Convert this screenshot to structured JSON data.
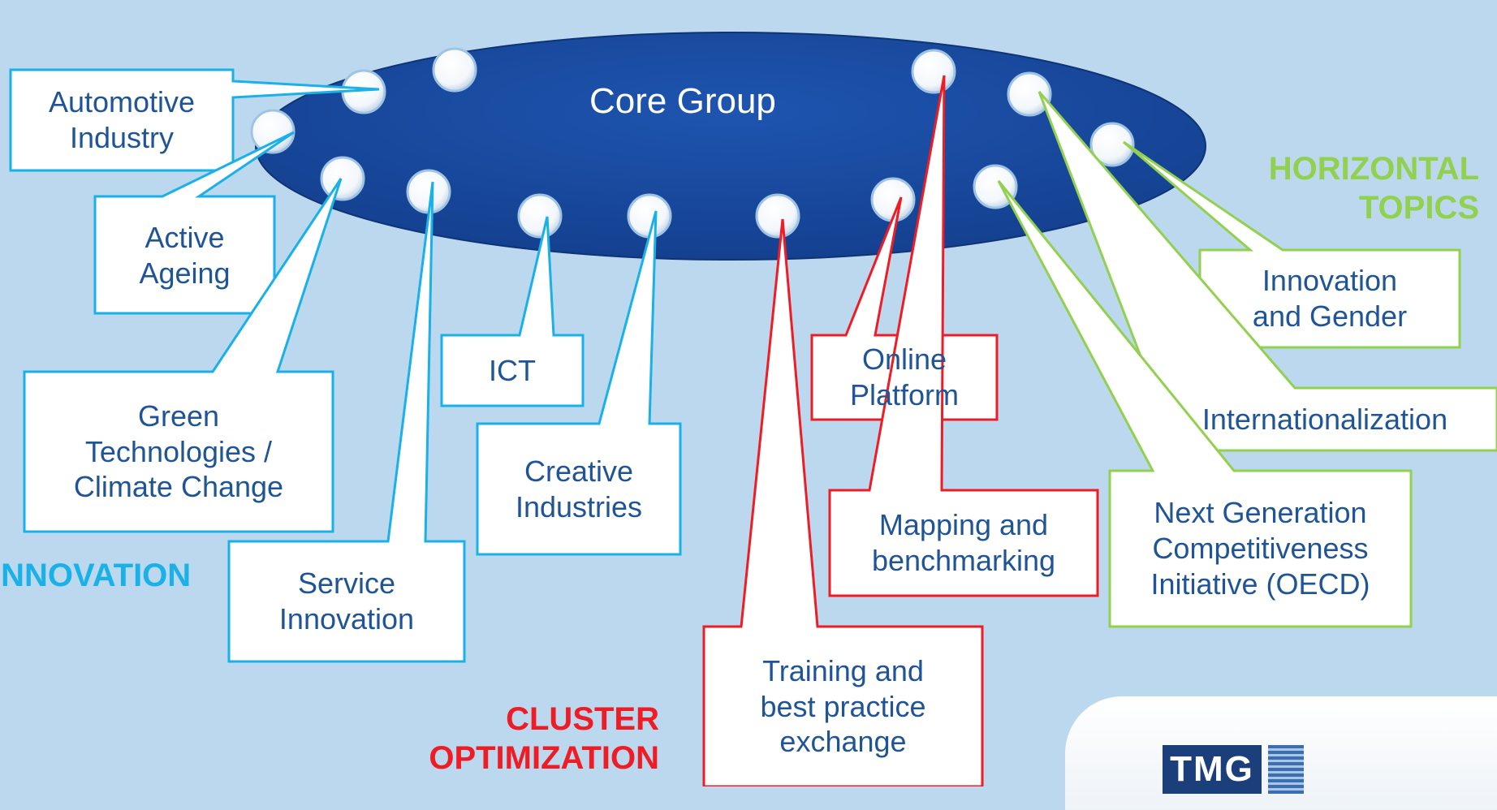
{
  "core_group": {
    "label": "Core Group"
  },
  "headings": {
    "innovation": "INNOVATION",
    "horizontal": "HORIZONTAL\nTOPICS",
    "cluster": "CLUSTER\nOPTIMIZATION"
  },
  "boxes": {
    "automotive": "Automotive\nIndustry",
    "active_ageing": "Active\nAgeing",
    "green_tech": "Green\nTechnologies /\nClimate Change",
    "service_innovation": "Service\nInnovation",
    "ict": "ICT",
    "creative": "Creative\nIndustries",
    "training": "Training and\nbest practice\nexchange",
    "online_platform": "Online\nPlatform",
    "mapping": "Mapping and\nbenchmarking",
    "innovation_gender": "Innovation\nand Gender",
    "internationalization": "Internationalization",
    "next_gen": "Next Generation\nCompetitiveness\nInitiative (OECD)"
  },
  "logo": {
    "text": "TMG"
  },
  "colors": {
    "background": "#bcd8ef",
    "ellipse": "#1a4aa0",
    "innovation": "#1ab0e8",
    "cluster": "#ee1c24",
    "horizontal": "#92d050",
    "box_text": "#1f5496"
  }
}
